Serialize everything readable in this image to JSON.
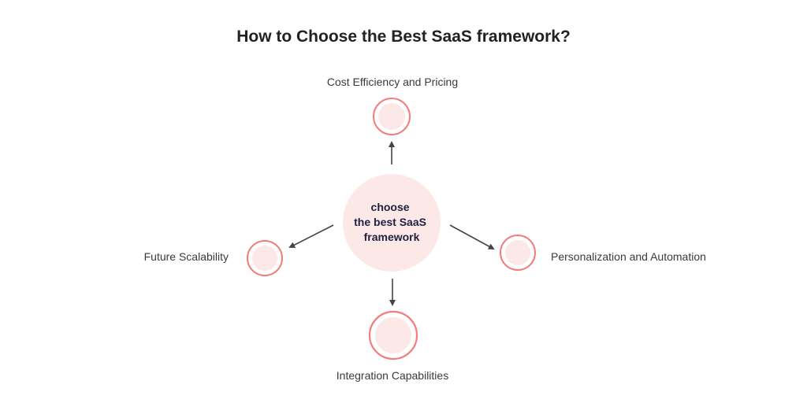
{
  "title": "How to Choose the Best SaaS framework?",
  "center": {
    "lines": [
      "choose",
      "the best SaaS",
      "framework"
    ]
  },
  "nodes": {
    "top": "Cost Efficiency and Pricing",
    "left": "Future Scalability",
    "right": "Personalization and Automation",
    "bottom": "Integration Capabilities"
  },
  "colors": {
    "ring": "#f47c7c",
    "fill": "#fde8e8",
    "arrow": "#444444",
    "center_text": "#1e2140"
  }
}
